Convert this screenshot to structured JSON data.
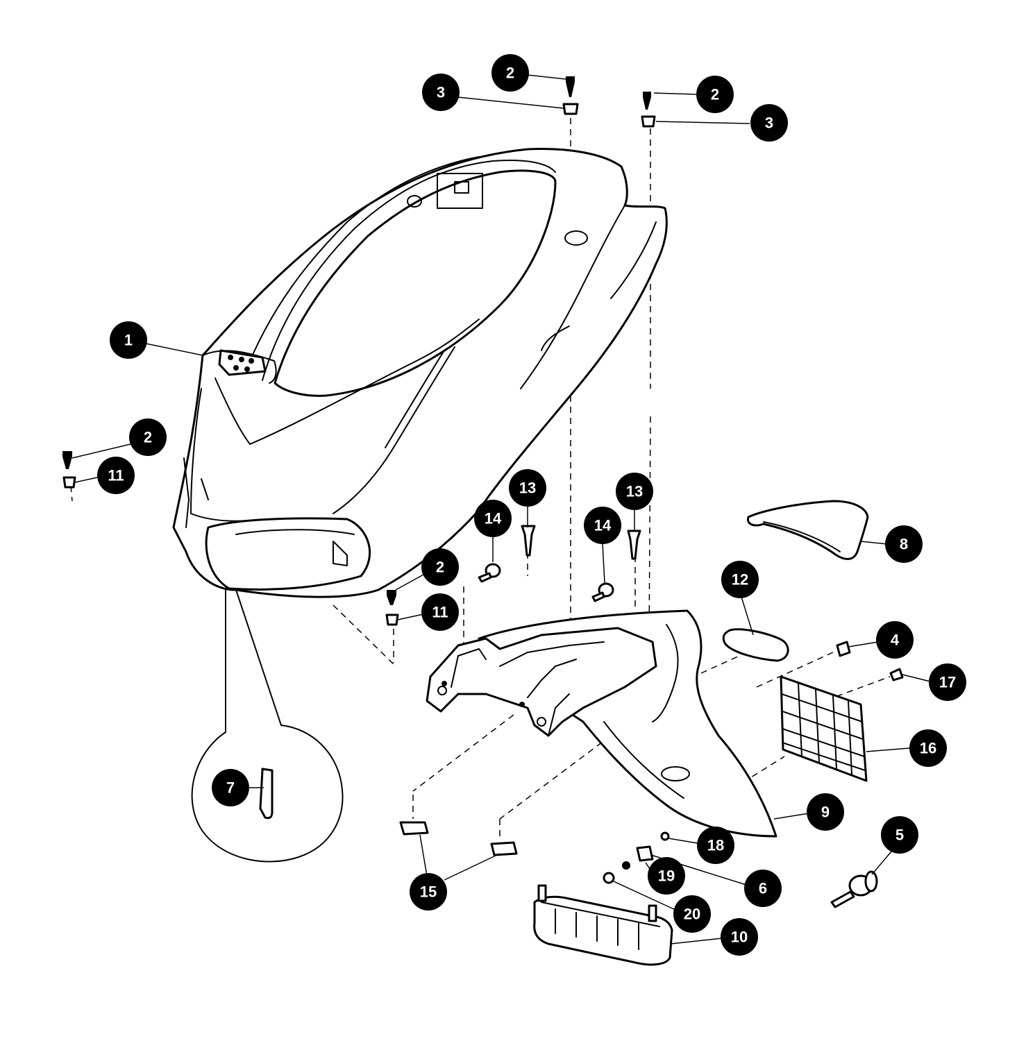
{
  "callouts": [
    {
      "id": "c2a",
      "label": "2"
    },
    {
      "id": "c3a",
      "label": "3"
    },
    {
      "id": "c2b",
      "label": "2"
    },
    {
      "id": "c3b",
      "label": "3"
    },
    {
      "id": "c1",
      "label": "1"
    },
    {
      "id": "c2c",
      "label": "2"
    },
    {
      "id": "c11a",
      "label": "11"
    },
    {
      "id": "c13a",
      "label": "13"
    },
    {
      "id": "c14a",
      "label": "14"
    },
    {
      "id": "c13b",
      "label": "13"
    },
    {
      "id": "c14b",
      "label": "14"
    },
    {
      "id": "c8",
      "label": "8"
    },
    {
      "id": "c2d",
      "label": "2"
    },
    {
      "id": "c11b",
      "label": "11"
    },
    {
      "id": "c12",
      "label": "12"
    },
    {
      "id": "c4",
      "label": "4"
    },
    {
      "id": "c17",
      "label": "17"
    },
    {
      "id": "c16",
      "label": "16"
    },
    {
      "id": "c7",
      "label": "7"
    },
    {
      "id": "c9",
      "label": "9"
    },
    {
      "id": "c5",
      "label": "5"
    },
    {
      "id": "c18",
      "label": "18"
    },
    {
      "id": "c19",
      "label": "19"
    },
    {
      "id": "c6",
      "label": "6"
    },
    {
      "id": "c15",
      "label": "15"
    },
    {
      "id": "c20",
      "label": "20"
    },
    {
      "id": "c10",
      "label": "10"
    }
  ],
  "colors": {
    "ink": "#000000",
    "paper": "#ffffff",
    "callout_text": "#ffffff"
  }
}
